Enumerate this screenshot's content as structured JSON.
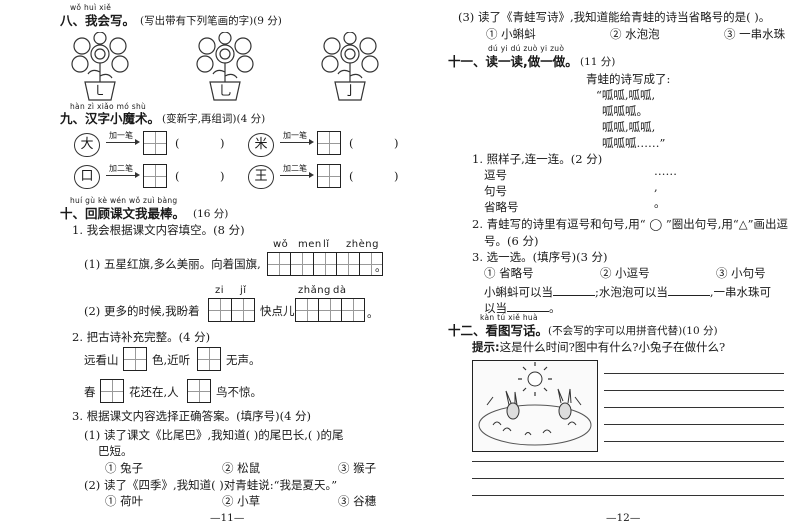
{
  "left": {
    "s8": {
      "pinyin": "wǒ huì xiě",
      "title": "八、我会写。",
      "note": "(写出带有下列笔画的字)(9 分)",
      "strokes": [
        "㇄",
        "乚",
        "亅"
      ]
    },
    "s9": {
      "pinyin": "hàn zì xiǎo mó shù",
      "title": "九、汉字小魔术。",
      "note": "(变新字,再组词)(4 分)",
      "rows": [
        {
          "char": "大",
          "action": "加一笔",
          "paren": "(",
          "close": ")"
        },
        {
          "char": "米",
          "action": "加一笔",
          "paren": "(",
          "close": ")"
        },
        {
          "char": "口",
          "action": "加二笔",
          "paren": "(",
          "close": ")"
        },
        {
          "char": "王",
          "action": "加二笔",
          "paren": "(",
          "close": ")"
        }
      ]
    },
    "s10": {
      "pinyin": "huí gù kè wén wǒ zuì bàng",
      "title": "十、回顾课文我最棒。",
      "score": "(16 分)",
      "q1": "1. 我会根据课文内容填空。(8 分)",
      "q1_py1": [
        "wǒ",
        "men",
        "lǐ",
        "zhèng"
      ],
      "q1_line1": "(1) 五星红旗,多么美丽。向着国旗,",
      "q1_end1": "。",
      "q1_py2a": [
        "zi",
        "jǐ"
      ],
      "q1_py2b": [
        "zhǎng",
        "dà"
      ],
      "q1_line2a": "(2) 更多的时候,我盼着",
      "q1_line2b": "快点儿",
      "q1_end2": "。",
      "q2": "2. 把古诗补充完整。(4 分)",
      "poem1a": "远看山",
      "poem1b": "色,近听",
      "poem1c": "无声。",
      "poem2a": "春",
      "poem2b": "花还在,人",
      "poem2c": "鸟不惊。",
      "q3": "3. 根据课文内容选择正确答案。(填序号)(4 分)",
      "q3a": "(1) 读了课文《比尾巴》,我知道(       )的尾巴长,(        )的尾",
      "q3a2": "巴短。",
      "q3a_opts": [
        "① 兔子",
        "② 松鼠",
        "③ 猴子"
      ],
      "q3b": "(2) 读了《四季》,我知道(       )对青蛙说:“我是夏天。”",
      "q3b_opts": [
        "① 荷叶",
        "② 小草",
        "③ 谷穗"
      ]
    },
    "page_no": "—11—"
  },
  "right": {
    "q3c": "(3) 读了《青蛙写诗》,我知道能给青蛙的诗当省略号的是(       )。",
    "q3c_opts": [
      "① 小蝌蚪",
      "② 水泡泡",
      "③ 一串水珠"
    ],
    "s11": {
      "pinyin": "dú yi dú   zuò yi zuò",
      "title": "十一、读一读,做一做。",
      "score": "(11 分)",
      "poem_title": "青蛙的诗写成了:",
      "poem_lines": [
        "“呱呱,呱呱,",
        "呱呱呱。",
        "呱呱,呱呱,",
        "呱呱呱……”"
      ],
      "q1": "1. 照样子,连一连。(2 分)",
      "match_left": [
        "逗号",
        "句号",
        "省略号"
      ],
      "match_right": [
        "……",
        ",",
        "。"
      ],
      "q2": "2. 青蛙写的诗里有逗号和句号,用“ ◯ ”圈出句号,用“△”画出逗",
      "q2b": "号。(6 分)",
      "q3": "3. 选一选。(填序号)(3 分)",
      "q3_opts": [
        "① 省略号",
        "② 小逗号",
        "③ 小句号"
      ],
      "q3_l1": "小蝌蚪可以当",
      "q3_l1b": ";水泡泡可以当",
      "q3_l1c": ",一串水珠可",
      "q3_l2": "以当",
      "q3_l2b": "。"
    },
    "s12": {
      "pinyin": "kàn tú xiě huà",
      "title": "十二、看图写话。",
      "note": "(不会写的字可以用拼音代替)(10 分)",
      "hint_label": "提示:",
      "hint": "这是什么时间?图中有什么?小兔子在做什么?"
    },
    "page_no": "—12—"
  }
}
